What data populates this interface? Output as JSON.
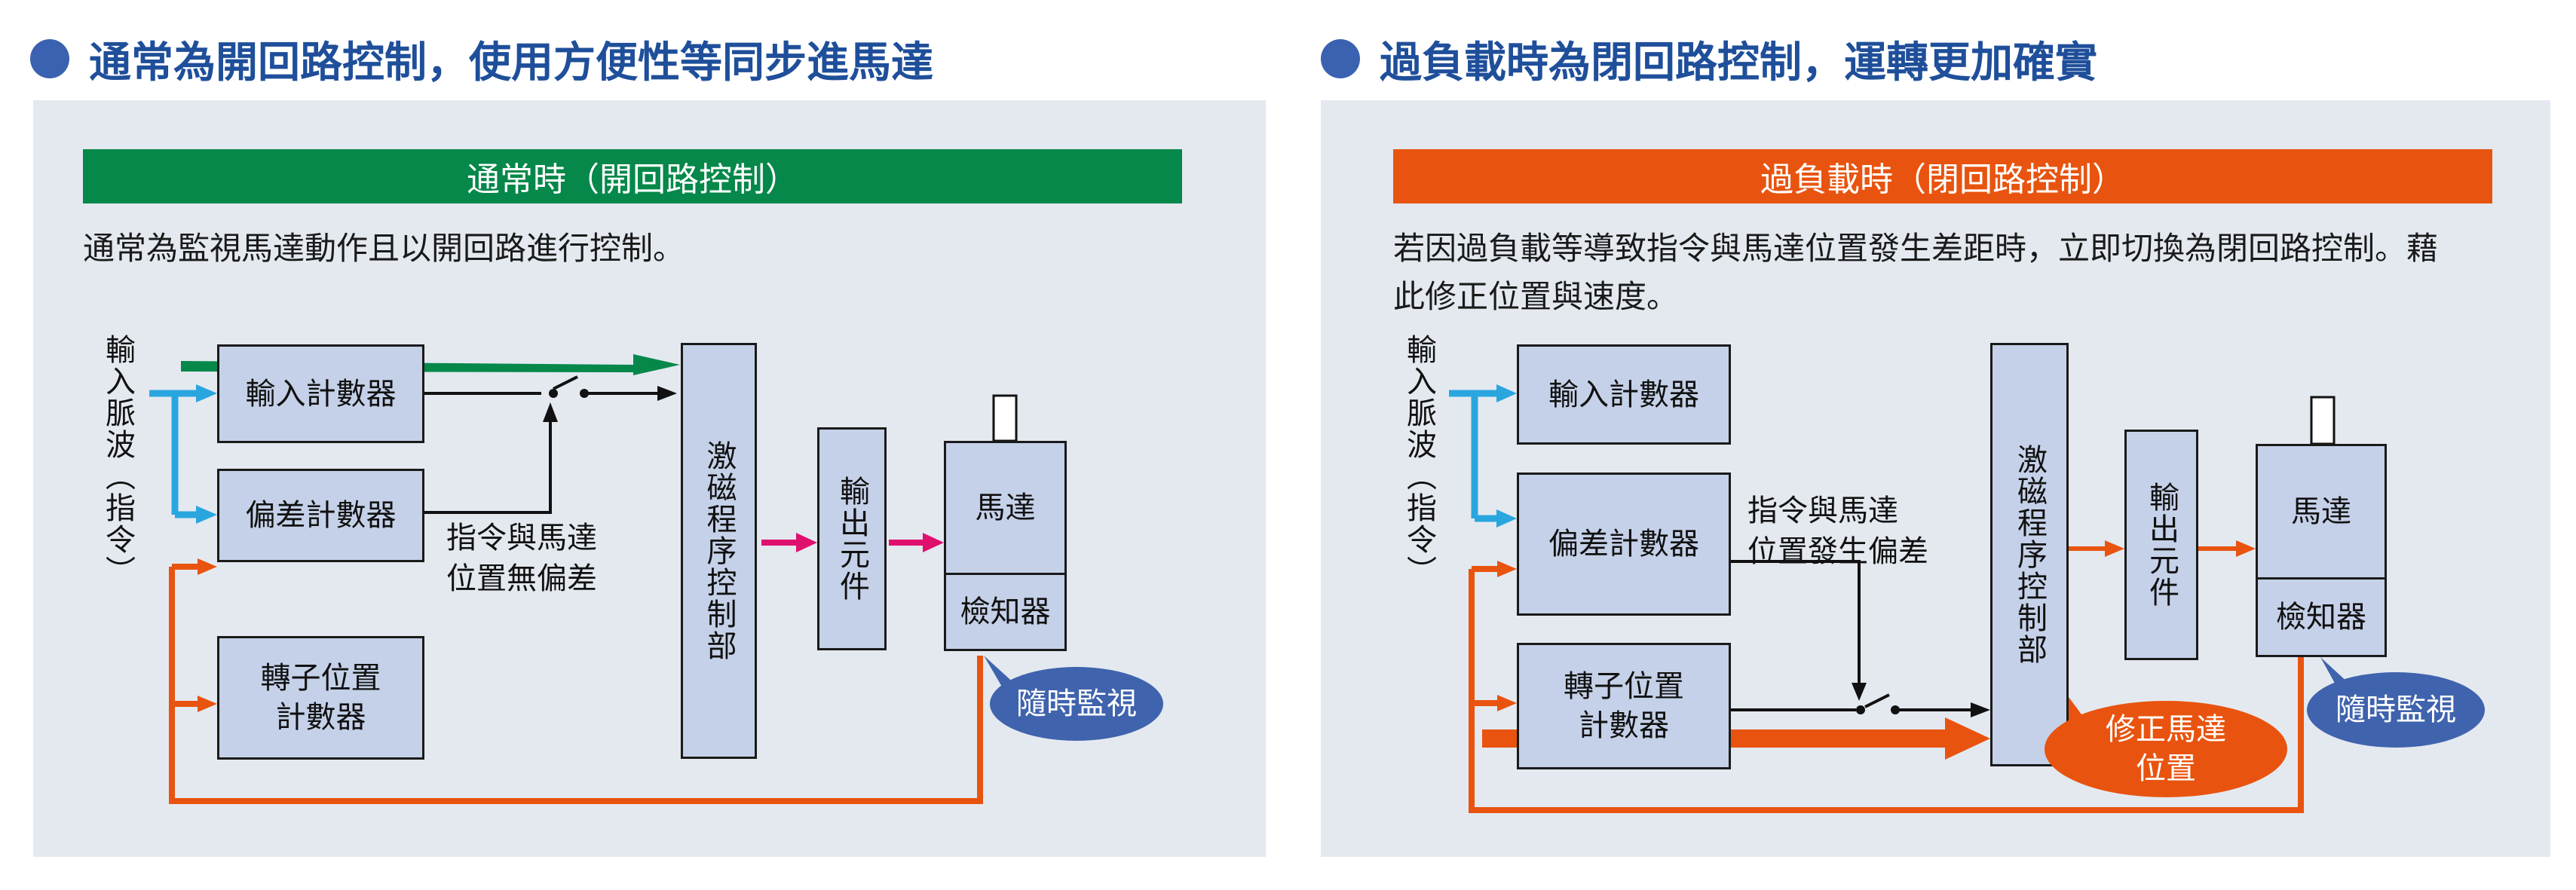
{
  "left": {
    "heading": "通常為開回路控制，使用方便性等同步進馬達",
    "banner": "通常時（開回路控制）",
    "description": "通常為監視馬達動作且以開回路進行控制。",
    "input_label": "輸入脈波（指令）",
    "boxes": {
      "input_counter": "輸入計數器",
      "deviation_counter": "偏差計數器",
      "rotor_position_counter_1": "轉子位置",
      "rotor_position_counter_2": "計數器",
      "excitation_control": "激磁程序控制部",
      "output_element": "輸出元件",
      "motor": "馬達",
      "detector": "檢知器"
    },
    "note_1": "指令與馬達",
    "note_2": "位置無偏差",
    "bubble": "隨時監視"
  },
  "right": {
    "heading": "過負載時為閉回路控制，運轉更加確實",
    "banner": "過負載時（閉回路控制）",
    "description_1": "若因過負載等導致指令與馬達位置發生差距時，立即切換為閉回路控制。藉",
    "description_2": "此修正位置與速度。",
    "input_label": "輸入脈波（指令）",
    "boxes": {
      "input_counter": "輸入計數器",
      "deviation_counter": "偏差計數器",
      "rotor_position_counter_1": "轉子位置",
      "rotor_position_counter_2": "計數器",
      "excitation_control": "激磁程序控制部",
      "output_element": "輸出元件",
      "motor": "馬達",
      "detector": "檢知器"
    },
    "note_1": "指令與馬達",
    "note_2": "位置發生偏差",
    "bubble_correct_1": "修正馬達",
    "bubble_correct_2": "位置",
    "bubble": "隨時監視"
  },
  "colors": {
    "heading_text": "#1f4f9a",
    "dot": "#3a62b0",
    "panel_bg": "#e4e9f0",
    "box_fill": "#c5d1e8",
    "banner_left": "#05884a",
    "banner_right": "#e8540f",
    "input_arrow": "#2aa6df",
    "feedback": "#e8540f",
    "output_arrow": "#e0106f",
    "green_flow": "#05884a",
    "bubble_blue": "#3f63ad",
    "bubble_orange": "#e8540f"
  }
}
